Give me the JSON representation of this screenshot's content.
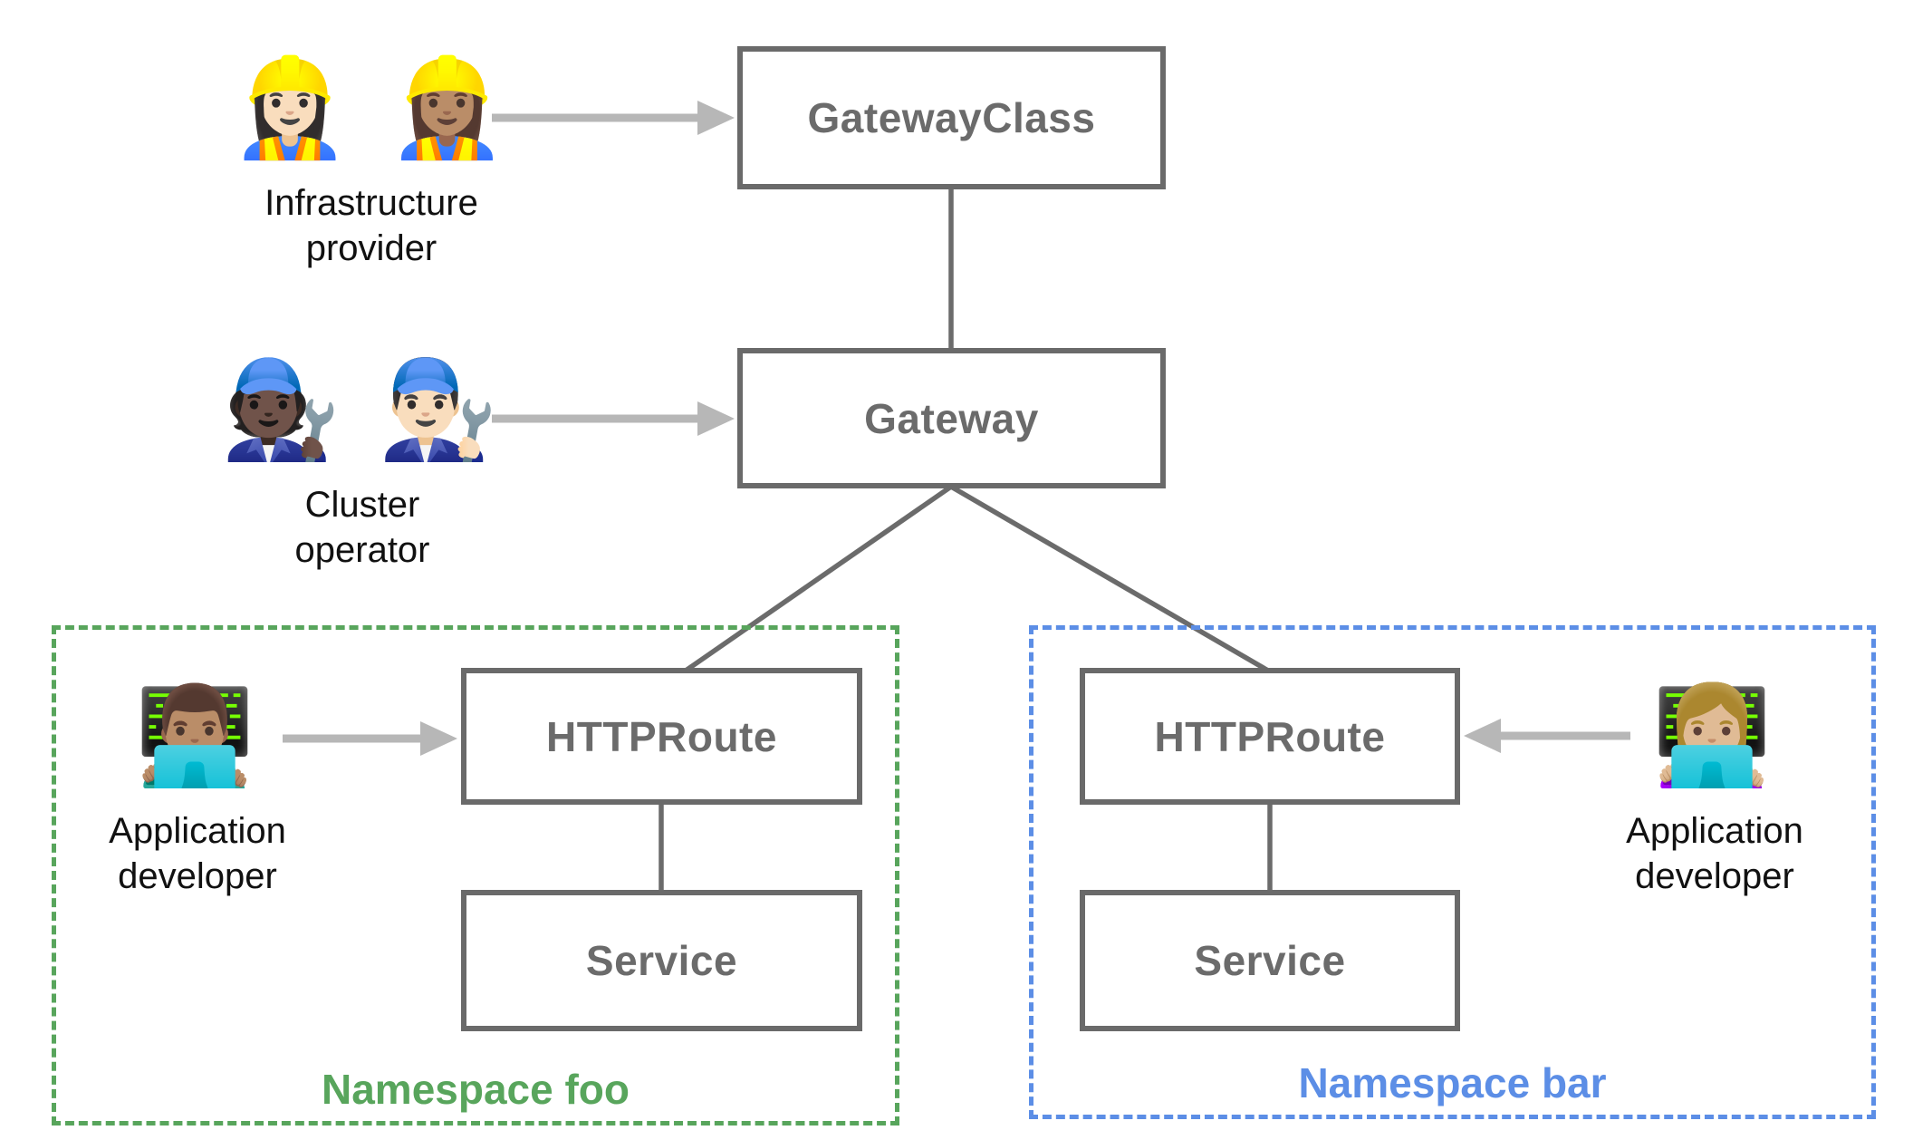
{
  "colors": {
    "background": "#ffffff",
    "box_border": "#6a6a6a",
    "box_text": "#6b6b6b",
    "connector": "#6b6b6b",
    "arrow": "#b7b7b7",
    "label_text": "#111111",
    "namespace_foo": "#58a55c",
    "namespace_bar": "#5c8ee6"
  },
  "nodes": {
    "gateway_class": {
      "label": "GatewayClass"
    },
    "gateway": {
      "label": "Gateway"
    },
    "httproute_foo": {
      "label": "HTTPRoute"
    },
    "service_foo": {
      "label": "Service"
    },
    "httproute_bar": {
      "label": "HTTPRoute"
    },
    "service_bar": {
      "label": "Service"
    }
  },
  "personas": {
    "infrastructure_provider": {
      "emojis": [
        "👷🏻‍♀️",
        "👷🏽‍♀️"
      ],
      "label_line1": "Infrastructure",
      "label_line2": "provider"
    },
    "cluster_operator": {
      "emojis": [
        "🧑🏿‍🔧",
        "👨🏻‍🔧"
      ],
      "label_line1": "Cluster",
      "label_line2": "operator"
    },
    "app_developer_foo": {
      "emojis": [
        "👨🏽‍💻"
      ],
      "label_line1": "Application",
      "label_line2": "developer"
    },
    "app_developer_bar": {
      "emojis": [
        "👩🏼‍💻"
      ],
      "label_line1": "Application",
      "label_line2": "developer"
    }
  },
  "namespaces": {
    "foo": {
      "label": "Namespace foo"
    },
    "bar": {
      "label": "Namespace bar"
    }
  }
}
